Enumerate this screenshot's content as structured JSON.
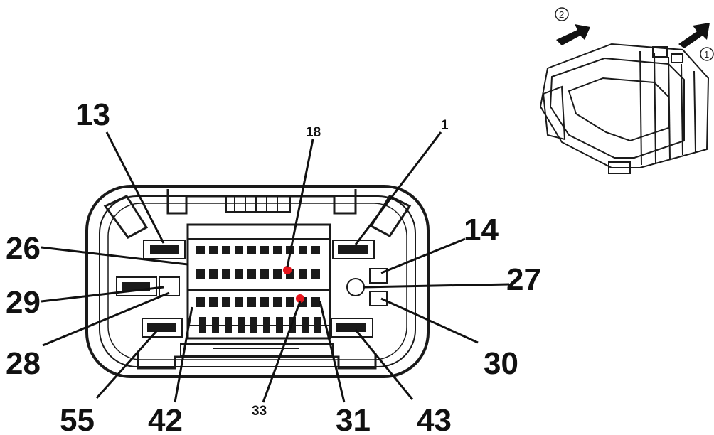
{
  "pin_labels": {
    "p13": "13",
    "p18": "18",
    "p1": "1",
    "p26": "26",
    "p14": "14",
    "p29": "29",
    "p27": "27",
    "p28": "28",
    "p30": "30",
    "p55": "55",
    "p42": "42",
    "p33": "33",
    "p31": "31",
    "p43": "43"
  },
  "inset": {
    "step1": "1",
    "step2": "2"
  },
  "colors": {
    "outline": "#1a1a1a",
    "highlight": "#e8141c"
  },
  "highlighted_pins": [
    "18",
    "33"
  ]
}
